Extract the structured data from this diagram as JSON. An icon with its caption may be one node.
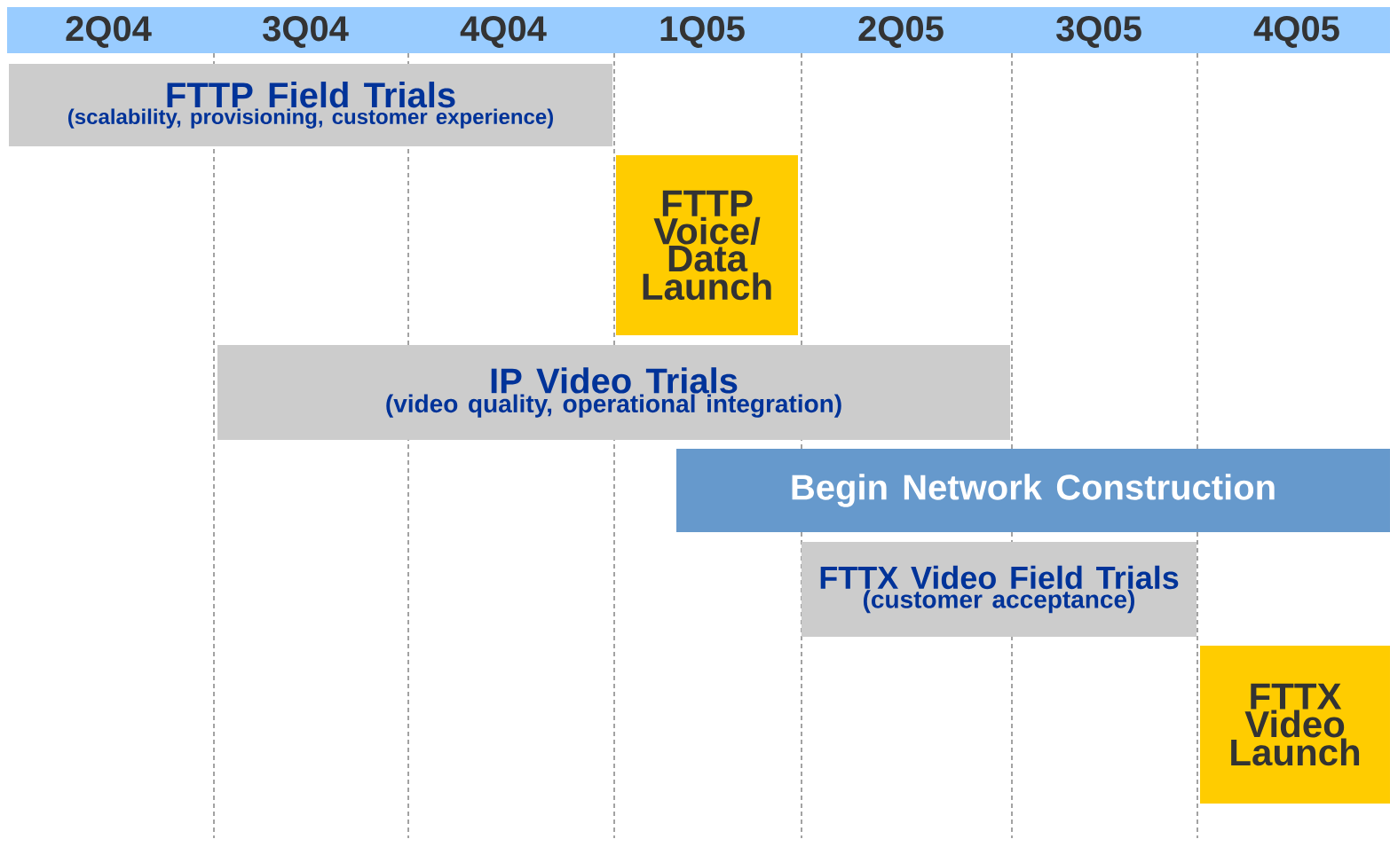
{
  "diagram": {
    "nodes": [
      {
        "text": [
          "FTTP Field Trials",
          "(scalability, provisioning, customer experience)"
        ]
      },
      {
        "text": [
          "FTTP Voice/ Data Launch"
        ]
      },
      {
        "text": [
          "IP Video Trials",
          "(video quality, operational integration)"
        ]
      },
      {
        "text": [
          "Begin Network Construction"
        ]
      },
      {
        "text": [
          "FTTX Video Field Trials",
          "(customer acceptance)"
        ]
      },
      {
        "text": [
          "FTTX Video Launch"
        ]
      }
    ],
    "labels": [
      "2Q04",
      "3Q04",
      "4Q04",
      "1Q05",
      "2Q05",
      "3Q05",
      "4Q05"
    ]
  }
}
